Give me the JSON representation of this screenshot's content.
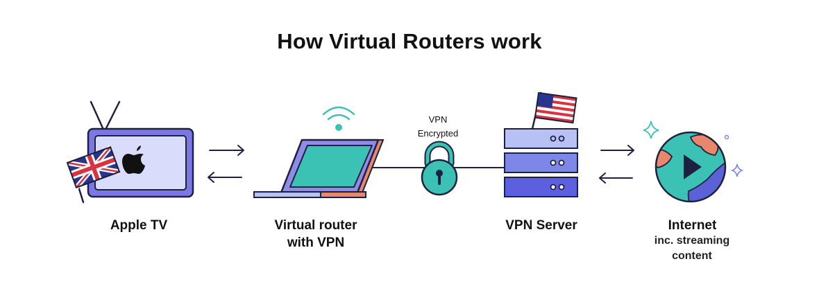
{
  "title": "How Virtual Routers work",
  "nodes": [
    {
      "id": "apple-tv",
      "label": "Apple TV",
      "sublabel": ""
    },
    {
      "id": "virtual-router",
      "label": "Virtual router\nwith VPN",
      "sublabel": ""
    },
    {
      "id": "vpn-server",
      "label": "VPN Server",
      "sublabel": ""
    },
    {
      "id": "internet",
      "label": "Internet",
      "sublabel": "inc. streaming\ncontent"
    }
  ],
  "connection": {
    "label": "VPN\nEncrypted"
  },
  "icons": {
    "tv": "apple-tv-icon",
    "uk_flag": "uk-flag-icon",
    "us_flag": "us-flag-icon",
    "laptop": "laptop-icon",
    "wifi": "wifi-icon",
    "lock": "padlock-icon",
    "server": "server-stack-icon",
    "globe": "globe-play-icon"
  },
  "colors": {
    "outline": "#1d2040",
    "tv_frame": "#7b78e6",
    "tv_screen": "#d9dcfa",
    "teal": "#3cc1b5",
    "laptop_frame": "#8f8ce8",
    "laptop_accent": "#e9876c",
    "server_light": "#b8c1f4",
    "server_mid": "#7d87e8",
    "server_dark": "#5b5fe0",
    "globe_land": "#5b62d6",
    "globe_orange": "#e9876c"
  }
}
